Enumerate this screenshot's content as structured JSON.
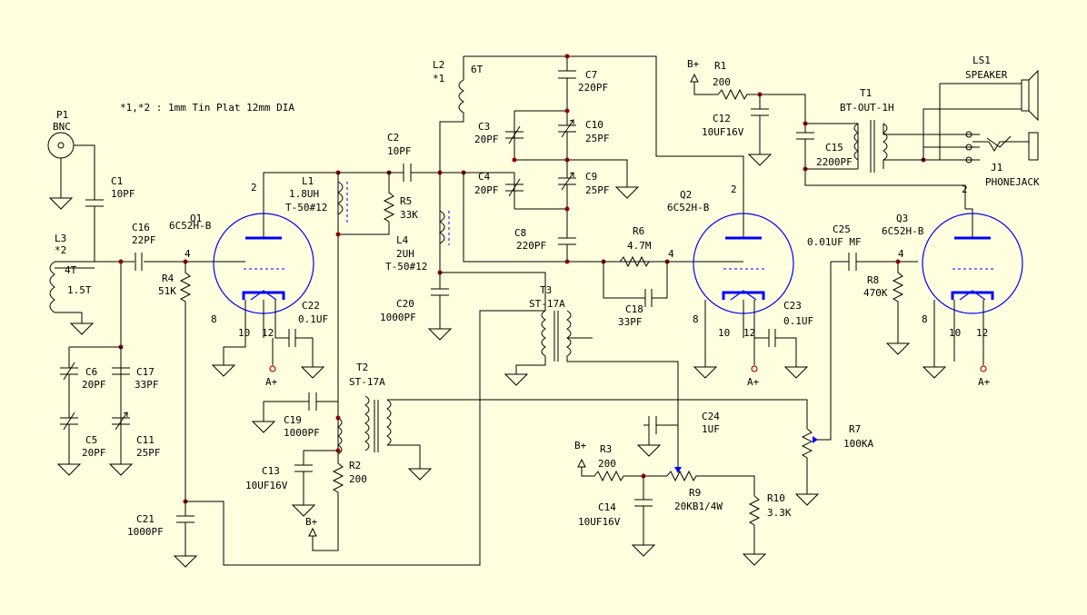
{
  "note": "*1,*2 : 1mm Tin Plat 12mm DIA",
  "p1": {
    "ref": "P1",
    "value": "BNC"
  },
  "l3": {
    "ref": "L3",
    "mark": "*2",
    "t1": "4T",
    "t2": "1.5T"
  },
  "l2": {
    "ref": "L2",
    "mark": "*1",
    "turns": "6T"
  },
  "l1": {
    "ref": "L1",
    "v1": "1.8UH",
    "v2": "T-50#12"
  },
  "l4": {
    "ref": "L4",
    "v1": "2UH",
    "v2": "T-50#12"
  },
  "c1": {
    "ref": "C1",
    "value": "10PF"
  },
  "c2": {
    "ref": "C2",
    "value": "10PF"
  },
  "c3": {
    "ref": "C3",
    "value": "20PF"
  },
  "c4": {
    "ref": "C4",
    "value": "20PF"
  },
  "c5": {
    "ref": "C5",
    "value": "20PF"
  },
  "c6": {
    "ref": "C6",
    "value": "20PF"
  },
  "c7": {
    "ref": "C7",
    "value": "220PF"
  },
  "c8": {
    "ref": "C8",
    "value": "220PF"
  },
  "c9": {
    "ref": "C9",
    "value": "25PF"
  },
  "c10": {
    "ref": "C10",
    "value": "25PF"
  },
  "c11": {
    "ref": "C11",
    "value": "25PF"
  },
  "c12": {
    "ref": "C12",
    "value": "10UF16V"
  },
  "c13": {
    "ref": "C13",
    "value": "10UF16V"
  },
  "c14": {
    "ref": "C14",
    "value": "10UF16V"
  },
  "c15": {
    "ref": "C15",
    "value": "2200PF"
  },
  "c16": {
    "ref": "C16",
    "value": "22PF"
  },
  "c17": {
    "ref": "C17",
    "value": "33PF"
  },
  "c18": {
    "ref": "C18",
    "value": "33PF"
  },
  "c19": {
    "ref": "C19",
    "value": "1000PF"
  },
  "c20": {
    "ref": "C20",
    "value": "1000PF"
  },
  "c21": {
    "ref": "C21",
    "value": "1000PF"
  },
  "c22": {
    "ref": "C22",
    "value": "0.1UF"
  },
  "c23": {
    "ref": "C23",
    "value": "0.1UF"
  },
  "c24": {
    "ref": "C24",
    "value": "1UF"
  },
  "c25": {
    "ref": "C25",
    "value": "0.01UF MF"
  },
  "r1": {
    "ref": "R1",
    "value": "200"
  },
  "r2": {
    "ref": "R2",
    "value": "200"
  },
  "r3": {
    "ref": "R3",
    "value": "200"
  },
  "r4": {
    "ref": "R4",
    "value": "51K"
  },
  "r5": {
    "ref": "R5",
    "value": "33K"
  },
  "r6": {
    "ref": "R6",
    "value": "4.7M"
  },
  "r7": {
    "ref": "R7",
    "value": "100KA"
  },
  "r8": {
    "ref": "R8",
    "value": "470K"
  },
  "r9": {
    "ref": "R9",
    "value": "20KB1/4W"
  },
  "r10": {
    "ref": "R10",
    "value": "3.3K"
  },
  "q1": {
    "ref": "Q1",
    "value": "6C52H-B"
  },
  "q2": {
    "ref": "Q2",
    "value": "6C52H-B"
  },
  "q3": {
    "ref": "Q3",
    "value": "6C52H-B"
  },
  "t1": {
    "ref": "T1",
    "value": "BT-OUT-1H"
  },
  "t2": {
    "ref": "T2",
    "value": "ST-17A"
  },
  "t3": {
    "ref": "T3",
    "value": "ST-17A"
  },
  "ls1": {
    "ref": "LS1",
    "value": "SPEAKER"
  },
  "j1": {
    "ref": "J1",
    "value": "PHONEJACK"
  },
  "pins": {
    "p2": "2",
    "p4": "4",
    "p8": "8",
    "p10": "10",
    "p12": "12"
  },
  "rails": {
    "bplus": "B+",
    "aplus": "A+"
  }
}
